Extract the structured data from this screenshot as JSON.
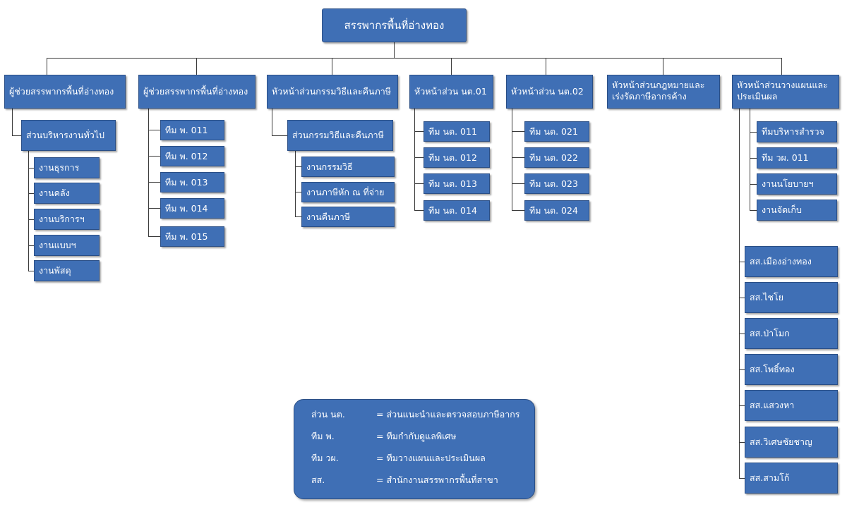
{
  "root": "สรรพากรพื้นที่อ่างทอง",
  "columns": [
    {
      "head": "ผู้ช่วยสรรพากรพื้นที่อ่างทอง",
      "sub": "ส่วนบริหารงานทั่วไป",
      "items": [
        "งานธุรการ",
        "งานคลัง",
        "งานบริการฯ",
        "งานแบบฯ",
        "งานพัสดุ"
      ]
    },
    {
      "head": "ผู้ช่วยสรรพากรพื้นที่อ่างทอง",
      "items": [
        "ทีม พ. 011",
        "ทีม พ. 012",
        "ทีม พ. 013",
        "ทีม พ. 014",
        "ทีม พ. 015"
      ]
    },
    {
      "head": "หัวหน้าส่วนกรรมวิธีและคืนภาษี",
      "sub": "ส่วนกรรมวิธีและคืนภาษี",
      "items": [
        "งานกรรมวิธี",
        "งานภาษีหัก  ณ ที่จ่าย",
        "งานคืนภาษี"
      ]
    },
    {
      "head": "หัวหน้าส่วน  นต.01",
      "items": [
        "ทีม นต. 011",
        "ทีม นต. 012",
        "ทีม นต. 013",
        "ทีม นต. 014"
      ]
    },
    {
      "head": "หัวหน้าส่วน  นต.02",
      "items": [
        "ทีม นต. 021",
        "ทีม นต. 022",
        "ทีม นต. 023",
        "ทีม นต. 024"
      ]
    },
    {
      "head": "หัวหน้าส่วนกฎหมายและเร่งรัดภาษีอากรค้าง"
    },
    {
      "head": "หัวหน้าส่วนวางแผนและประเมินผล",
      "items": [
        "ทีมบริหารสำรวจ",
        "ทีม วผ. 011",
        "งานนโยบายฯ",
        "งานจัดเก็บ"
      ],
      "branches": [
        "สส.เมืองอ่างทอง",
        "สส.ไชโย",
        "สส.ป่าโมก",
        "สส.โพธิ์ทอง",
        "สส.แสวงหา",
        "สส.วิเศษชัยชาญ",
        "สส.สามโก้"
      ]
    }
  ],
  "legend": [
    {
      "abbr": "ส่วน นต.",
      "def": "= ส่วนแนะนำและตรวจสอบภาษีอากร"
    },
    {
      "abbr": "ทีม พ.",
      "def": "= ทีมกำกับดูแลพิเศษ"
    },
    {
      "abbr": "ทีม วผ.",
      "def": "= ทีมวางแผนและประเมินผล"
    },
    {
      "abbr": "สส.",
      "def": "= สำนักงานสรรพากรพื้นที่สาขา"
    }
  ]
}
